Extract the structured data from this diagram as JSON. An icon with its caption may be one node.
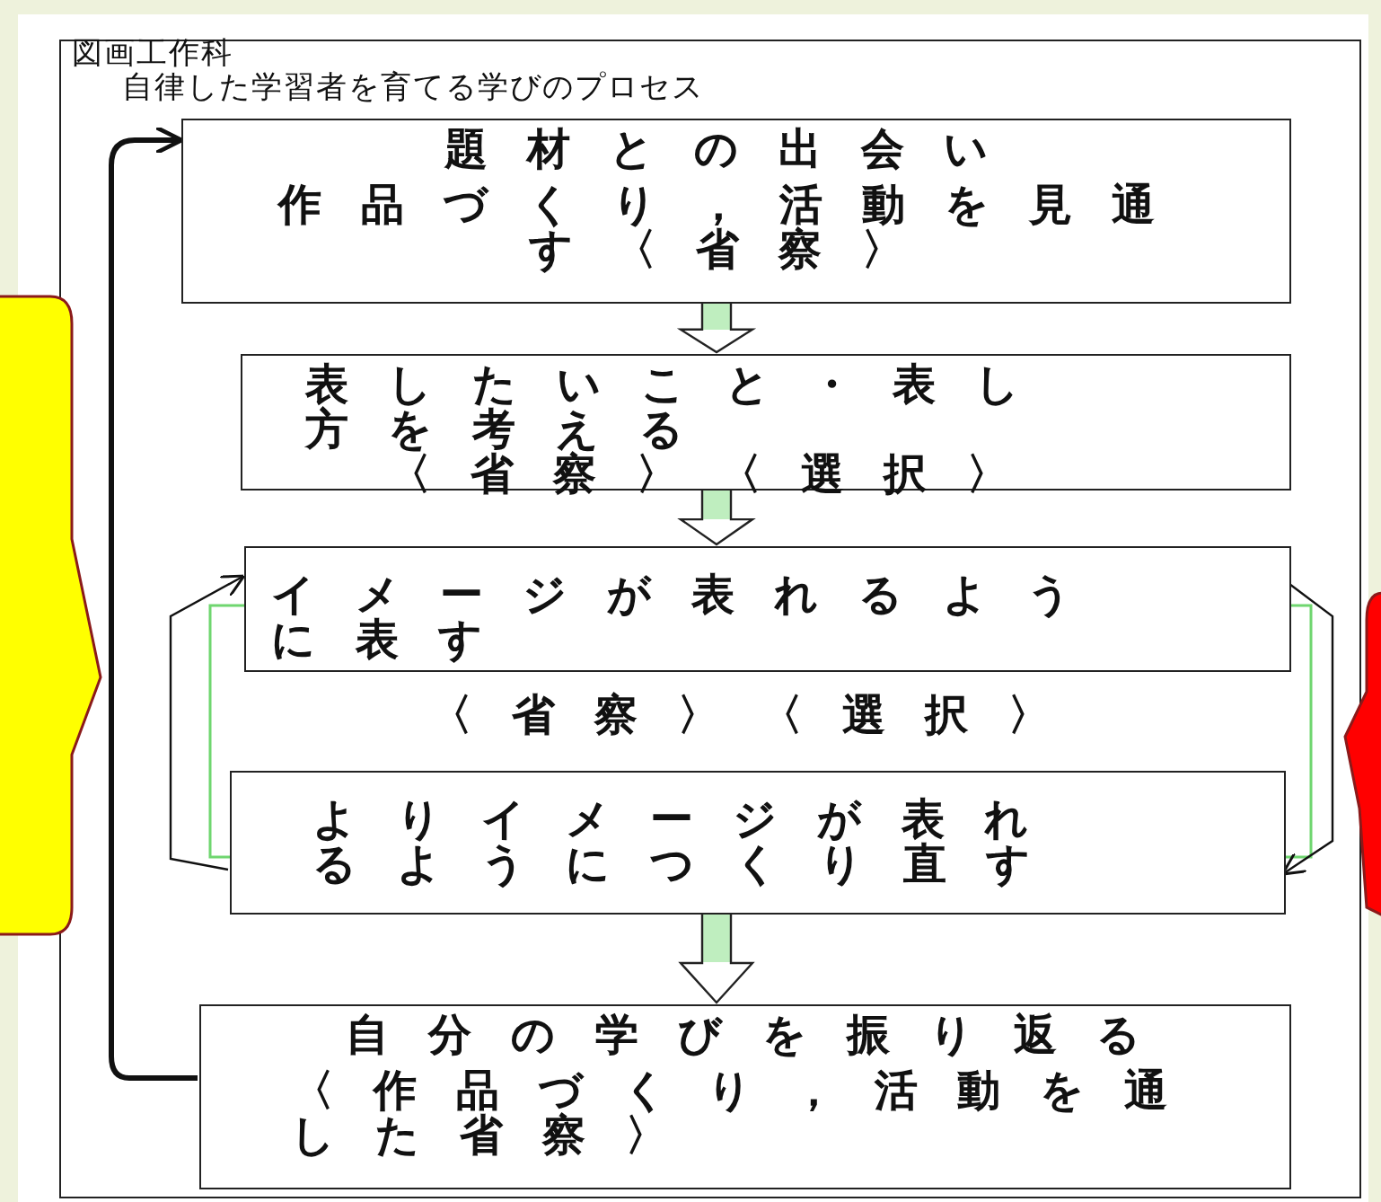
{
  "diagram": {
    "nodes": [
      {
        "text": [
          "図画工作科",
          "自律した学習者を育てる学びのプロセス"
        ]
      },
      {
        "text": [
          "題材との出会い",
          "作品づくり，活動を見通す〈省察〉"
        ],
        "in": 0
      },
      {
        "text": [
          "表したいこと・表し方を考える",
          "〈省察〉〈選択〉"
        ],
        "in": 0
      },
      {
        "text": [
          "イメージが表れるように表す"
        ],
        "in": 0
      },
      {
        "text": [
          "よりイメージが表れるようにつくり直す"
        ],
        "in": 0
      },
      {
        "text": [
          "自分の学びを振り返る",
          "〈作品づくり，活動を通した省察〉"
        ],
        "in": 0
      },
      {
        "text": [],
        "shape": "callout"
      },
      {
        "text": [],
        "shape": "arrow"
      }
    ],
    "edges": [
      {
        "from": 1,
        "to": 2,
        "arrow": "to",
        "style": "thick"
      },
      {
        "from": 2,
        "to": 3,
        "arrow": "to",
        "style": "thick"
      },
      {
        "from": 3,
        "to": 4,
        "arrow": "to"
      },
      {
        "from": 4,
        "to": 3,
        "arrow": "to"
      },
      {
        "from": 4,
        "to": 5,
        "arrow": "to",
        "style": "thick"
      },
      {
        "from": 5,
        "to": 1,
        "arrow": "to",
        "style": "thick"
      }
    ],
    "labels": [
      "〈省察〉〈選択〉"
    ]
  }
}
